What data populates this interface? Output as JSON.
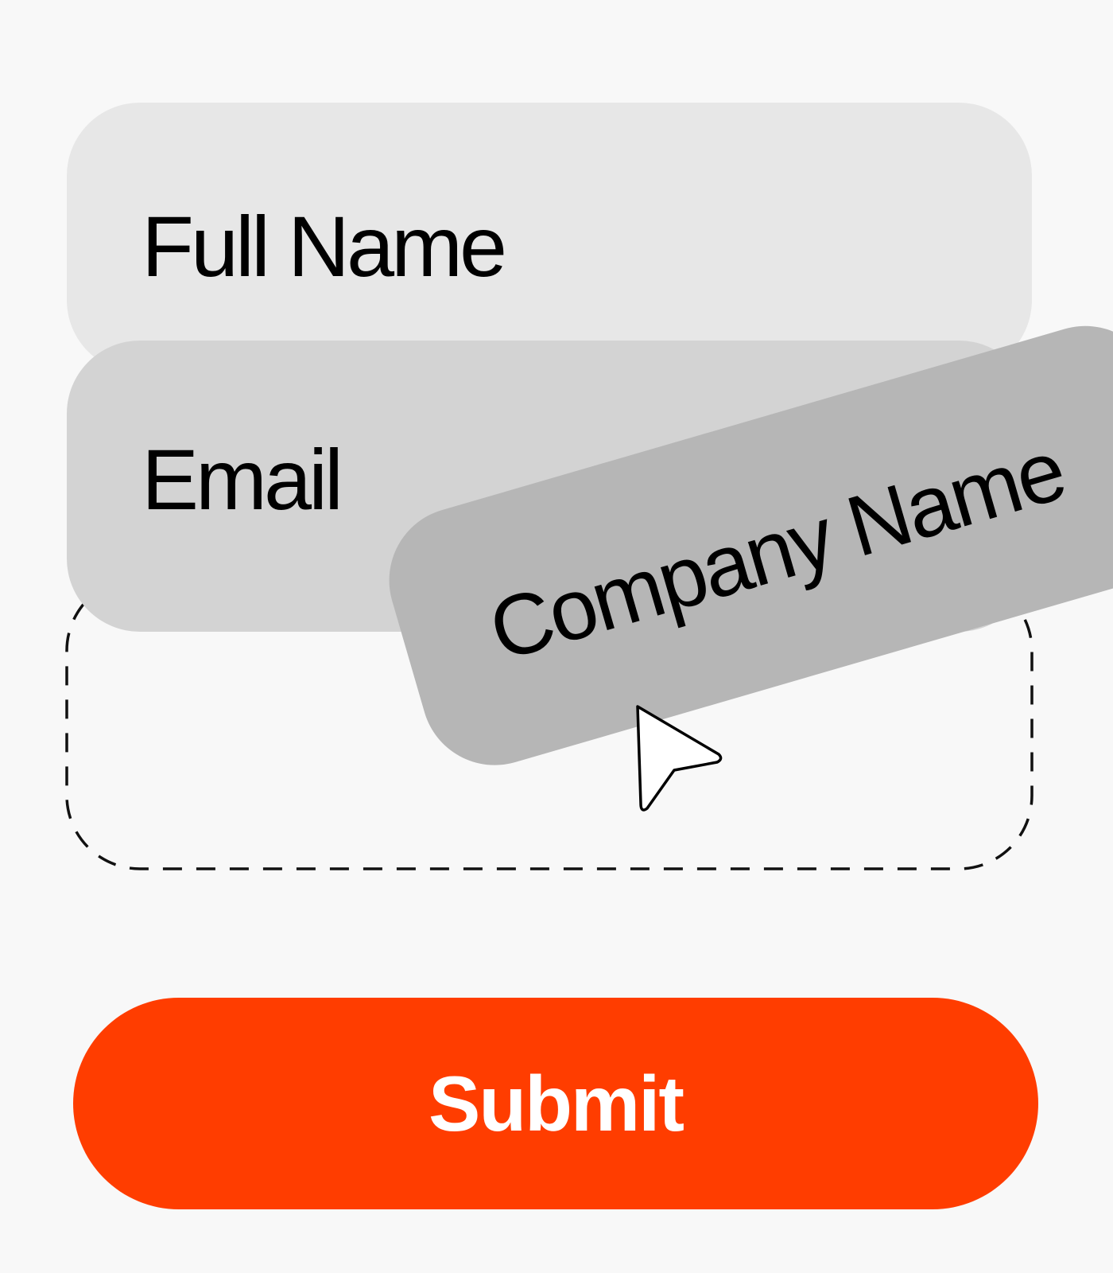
{
  "form": {
    "fields": [
      {
        "label": "Full Name"
      },
      {
        "label": "Email"
      }
    ],
    "dragging_field": {
      "label": "Company Name"
    },
    "submit_label": "Submit"
  },
  "colors": {
    "background": "#f8f8f8",
    "field_full_name": "#e7e7e7",
    "field_email": "#d3d3d3",
    "field_dragging": "#b6b6b6",
    "submit": "#ff3d00",
    "submit_text": "#ffffff"
  },
  "icons": {
    "cursor": "arrow-cursor-icon"
  }
}
